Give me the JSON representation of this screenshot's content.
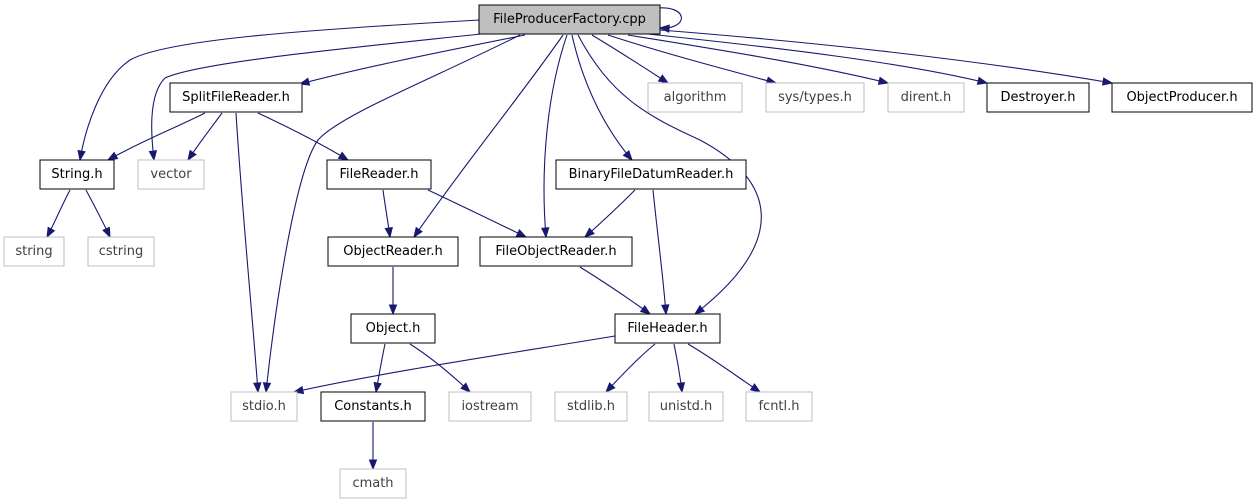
{
  "diagram": {
    "root": "FileProducerFactory.cpp",
    "edge_color": "#191970",
    "root_fill": "#bfbfbf",
    "system_border": "#bfbfbf",
    "nodes": {
      "fpf": {
        "label": "FileProducerFactory.cpp",
        "kind": "root"
      },
      "sfr": {
        "label": "SplitFileReader.h",
        "kind": "local"
      },
      "alg": {
        "label": "algorithm",
        "kind": "system"
      },
      "sys": {
        "label": "sys/types.h",
        "kind": "system"
      },
      "dir": {
        "label": "dirent.h",
        "kind": "system"
      },
      "des": {
        "label": "Destroyer.h",
        "kind": "local"
      },
      "opr": {
        "label": "ObjectProducer.h",
        "kind": "local"
      },
      "str": {
        "label": "String.h",
        "kind": "local"
      },
      "vec": {
        "label": "vector",
        "kind": "system"
      },
      "frd": {
        "label": "FileReader.h",
        "kind": "local"
      },
      "bfd": {
        "label": "BinaryFileDatumReader.h",
        "kind": "local"
      },
      "sst": {
        "label": "string",
        "kind": "system"
      },
      "cst": {
        "label": "cstring",
        "kind": "system"
      },
      "ord": {
        "label": "ObjectReader.h",
        "kind": "local"
      },
      "for": {
        "label": "FileObjectReader.h",
        "kind": "local"
      },
      "obj": {
        "label": "Object.h",
        "kind": "local"
      },
      "fhd": {
        "label": "FileHeader.h",
        "kind": "local"
      },
      "sio": {
        "label": "stdio.h",
        "kind": "system"
      },
      "con": {
        "label": "Constants.h",
        "kind": "local"
      },
      "ios": {
        "label": "iostream",
        "kind": "system"
      },
      "slb": {
        "label": "stdlib.h",
        "kind": "system"
      },
      "uni": {
        "label": "unistd.h",
        "kind": "system"
      },
      "fcn": {
        "label": "fcntl.h",
        "kind": "system"
      },
      "cma": {
        "label": "cmath",
        "kind": "system"
      }
    },
    "edges": [
      [
        "FileProducerFactory.cpp",
        "FileProducerFactory.cpp"
      ],
      [
        "FileProducerFactory.cpp",
        "SplitFileReader.h"
      ],
      [
        "FileProducerFactory.cpp",
        "String.h"
      ],
      [
        "FileProducerFactory.cpp",
        "vector"
      ],
      [
        "FileProducerFactory.cpp",
        "stdio.h"
      ],
      [
        "FileProducerFactory.cpp",
        "ObjectReader.h"
      ],
      [
        "FileProducerFactory.cpp",
        "FileObjectReader.h"
      ],
      [
        "FileProducerFactory.cpp",
        "BinaryFileDatumReader.h"
      ],
      [
        "FileProducerFactory.cpp",
        "FileHeader.h"
      ],
      [
        "FileProducerFactory.cpp",
        "algorithm"
      ],
      [
        "FileProducerFactory.cpp",
        "sys/types.h"
      ],
      [
        "FileProducerFactory.cpp",
        "dirent.h"
      ],
      [
        "FileProducerFactory.cpp",
        "Destroyer.h"
      ],
      [
        "FileProducerFactory.cpp",
        "ObjectProducer.h"
      ],
      [
        "SplitFileReader.h",
        "String.h"
      ],
      [
        "SplitFileReader.h",
        "vector"
      ],
      [
        "SplitFileReader.h",
        "FileReader.h"
      ],
      [
        "SplitFileReader.h",
        "stdio.h"
      ],
      [
        "String.h",
        "string"
      ],
      [
        "String.h",
        "cstring"
      ],
      [
        "FileReader.h",
        "ObjectReader.h"
      ],
      [
        "FileReader.h",
        "FileObjectReader.h"
      ],
      [
        "BinaryFileDatumReader.h",
        "FileObjectReader.h"
      ],
      [
        "BinaryFileDatumReader.h",
        "FileHeader.h"
      ],
      [
        "ObjectReader.h",
        "Object.h"
      ],
      [
        "FileObjectReader.h",
        "FileHeader.h"
      ],
      [
        "Object.h",
        "Constants.h"
      ],
      [
        "Object.h",
        "iostream"
      ],
      [
        "FileHeader.h",
        "stdio.h"
      ],
      [
        "FileHeader.h",
        "stdlib.h"
      ],
      [
        "FileHeader.h",
        "unistd.h"
      ],
      [
        "FileHeader.h",
        "fcntl.h"
      ],
      [
        "Constants.h",
        "cmath"
      ]
    ]
  }
}
